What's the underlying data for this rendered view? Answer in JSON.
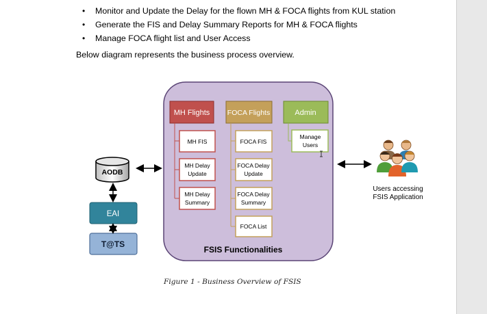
{
  "document": {
    "bullets": [
      "Monitor and Update the Delay for the flown MH & FOCA flights from KUL station",
      "Generate the FIS and Delay Summary Reports for MH & FOCA flights",
      "Manage FOCA flight list and User Access"
    ],
    "intro": "Below diagram represents the business process overview.",
    "caption": "Figure 1 - Business Overview of FSIS"
  },
  "diagram": {
    "title": "FSIS Functionalities",
    "columns": {
      "mh": {
        "header": "MH Flights",
        "items": [
          [
            "MH FIS"
          ],
          [
            "MH Delay",
            "Update"
          ],
          [
            "MH Delay",
            "Summary"
          ]
        ]
      },
      "foca": {
        "header": "FOCA Flights",
        "items": [
          [
            "FOCA FIS"
          ],
          [
            "FOCA Delay",
            "Update"
          ],
          [
            "FOCA Delay",
            "Summary"
          ],
          [
            "FOCA List"
          ]
        ]
      },
      "admin": {
        "header": "Admin",
        "items": [
          [
            "Manage",
            "Users"
          ]
        ]
      }
    },
    "external": {
      "aodb": "AODB",
      "eai": "EAI",
      "tats": "T@TS"
    },
    "users_label": [
      "Users accessing",
      "FSIS Application"
    ],
    "colors": {
      "main_panel": "#cdbedb",
      "mh_header": "#c0504d",
      "foca_header": "#c4a05a",
      "admin_header": "#9bbb59",
      "eai": "#31849b",
      "tats": "#95b3d7"
    }
  }
}
